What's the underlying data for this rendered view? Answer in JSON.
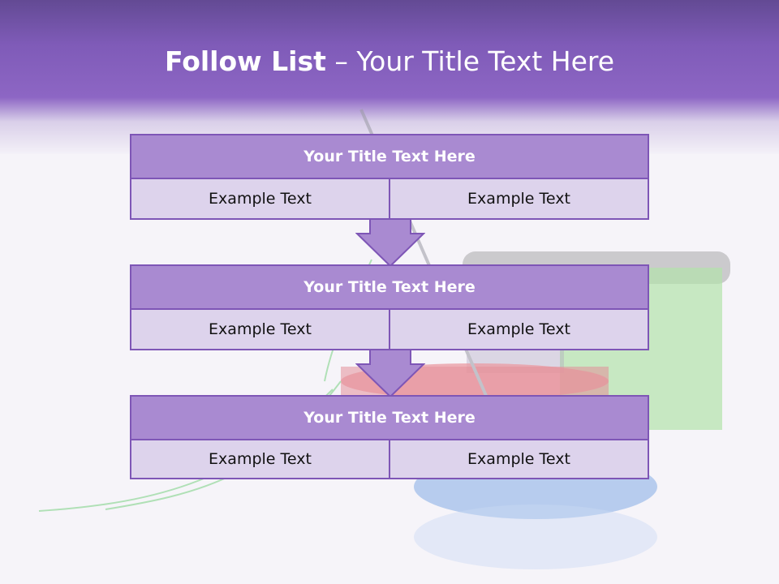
{
  "slide": {
    "title_bold": "Follow List",
    "title_rest": " – Your Title Text Here"
  },
  "steps": [
    {
      "title": "Your Title Text Here",
      "left": "Example Text",
      "right": "Example Text"
    },
    {
      "title": "Your Title Text Here",
      "left": "Example Text",
      "right": "Example Text"
    },
    {
      "title": "Your Title Text Here",
      "left": "Example Text",
      "right": "Example Text"
    }
  ],
  "colors": {
    "header": "#8d66c4",
    "box_title_fill": "#a98ad1",
    "box_cell_fill": "#ddd3ec",
    "border": "#7e56b6"
  },
  "background_image": "thread-spools-and-needle-photo"
}
